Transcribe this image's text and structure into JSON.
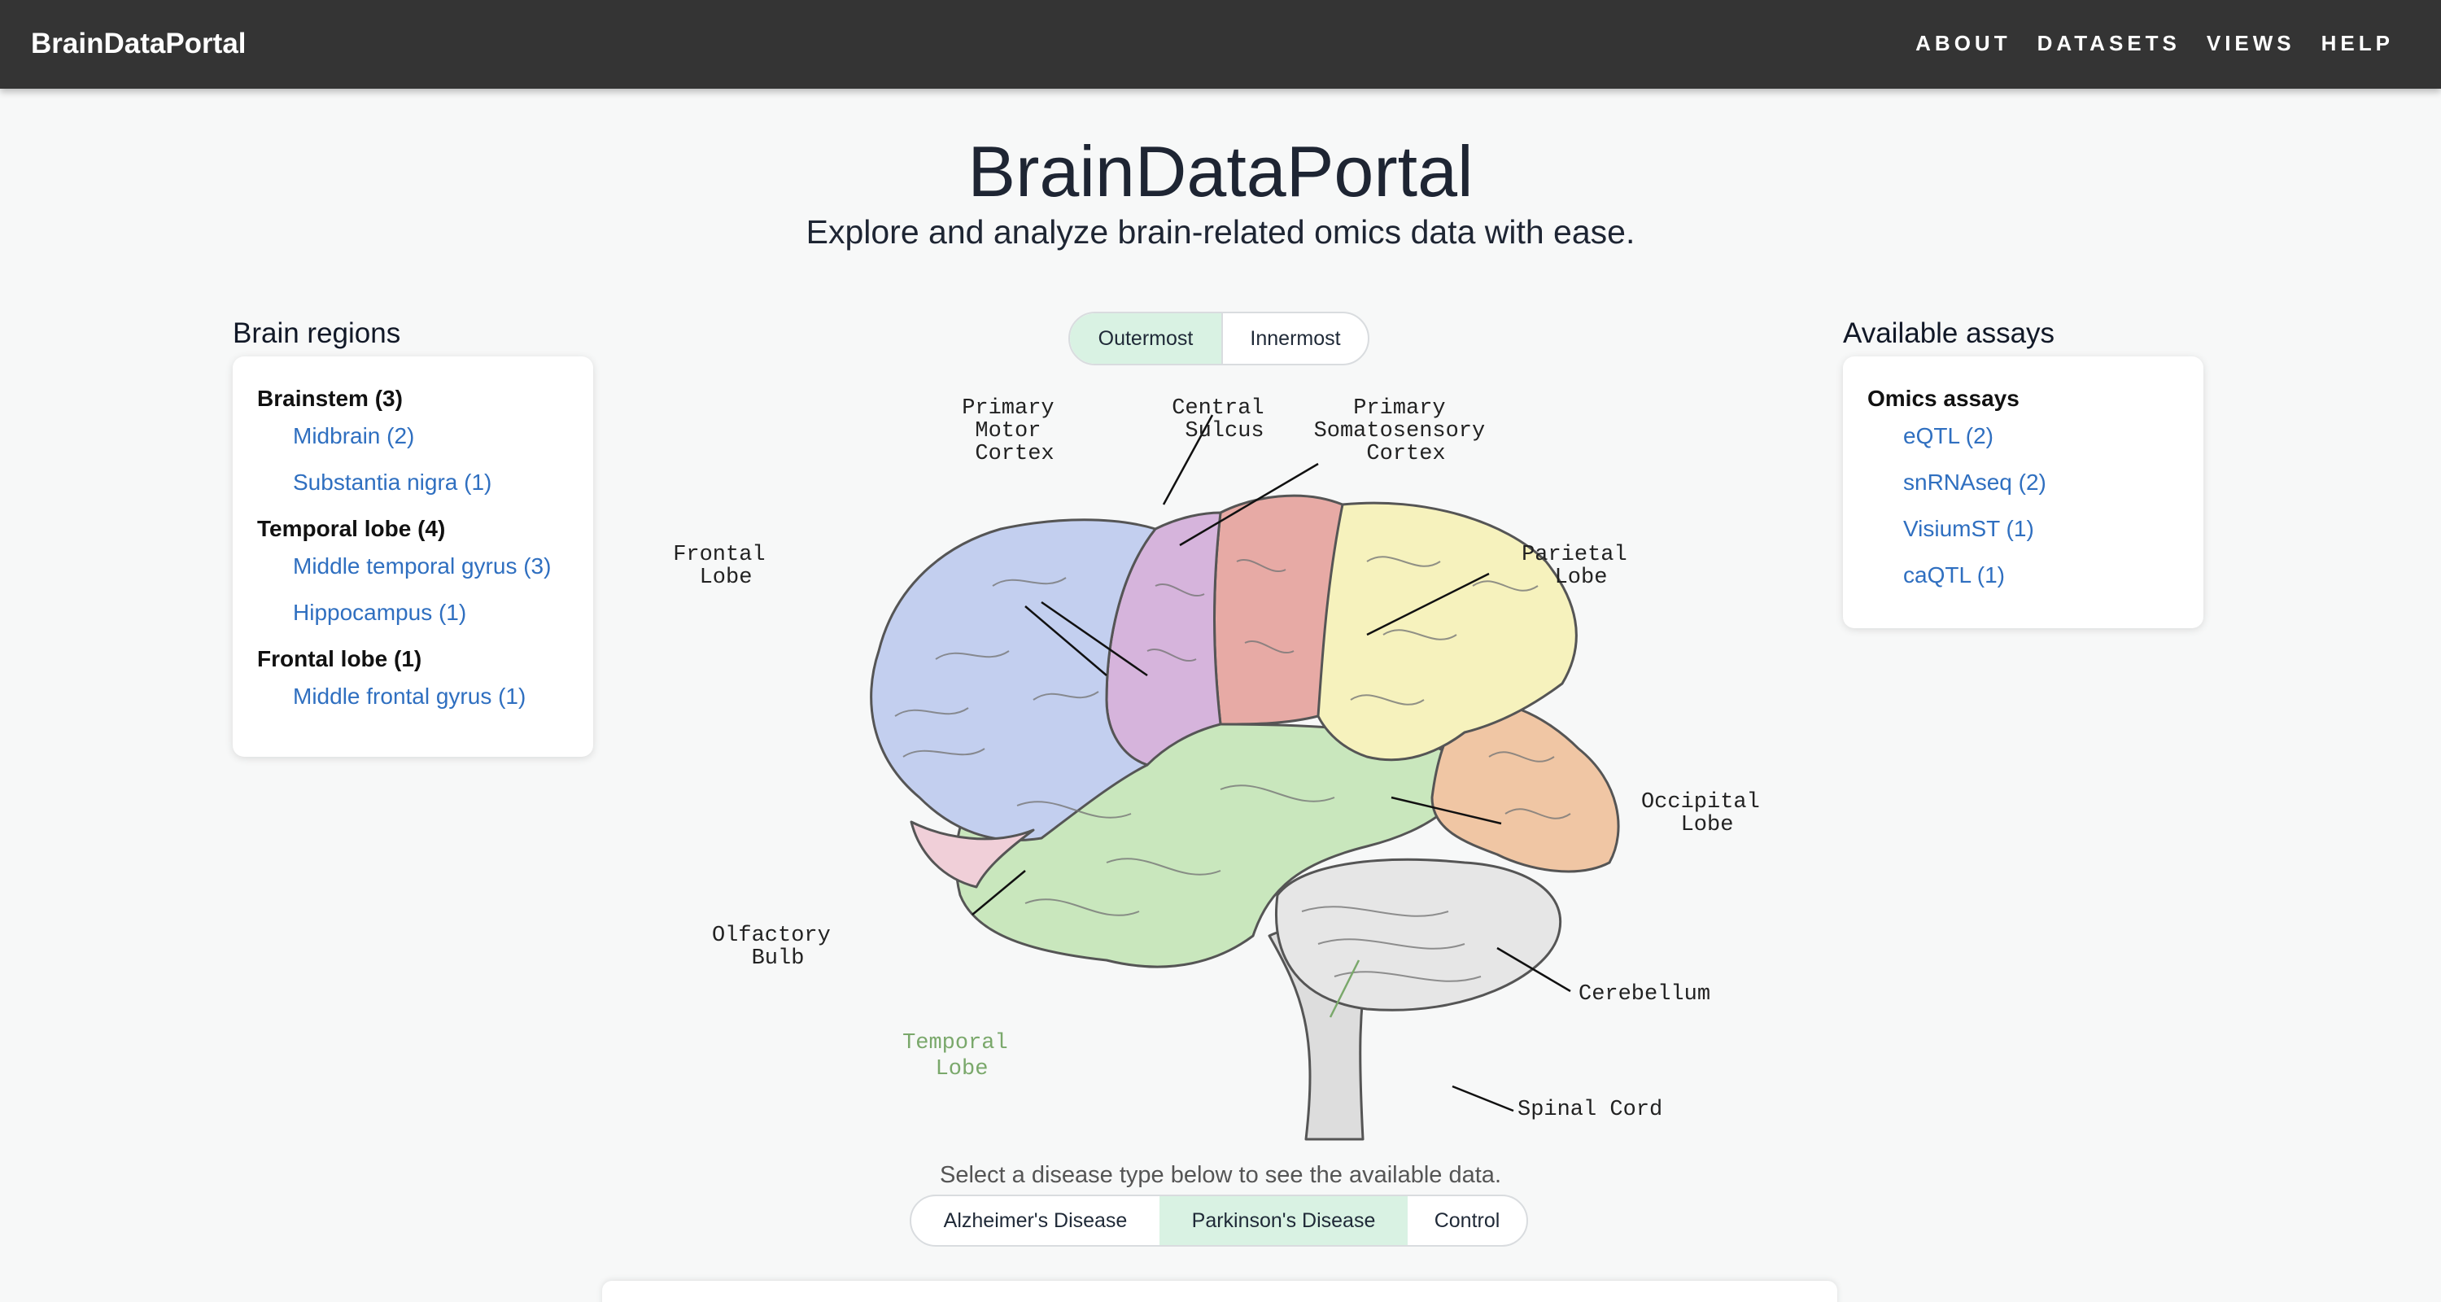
{
  "topbar": {
    "brand": "BrainDataPortal",
    "nav": [
      "ABOUT",
      "DATASETS",
      "VIEWS",
      "HELP"
    ]
  },
  "hero": {
    "title": "BrainDataPortal",
    "subtitle": "Explore and analyze brain-related omics data with ease."
  },
  "regions": {
    "title": "Brain regions",
    "groups": [
      {
        "label": "Brainstem (3)",
        "items": [
          "Midbrain (2)",
          "Substantia nigra (1)"
        ]
      },
      {
        "label": "Temporal lobe (4)",
        "items": [
          "Middle temporal gyrus (3)",
          "Hippocampus (1)"
        ]
      },
      {
        "label": "Frontal lobe (1)",
        "items": [
          "Middle frontal gyrus (1)"
        ]
      }
    ]
  },
  "assays": {
    "title": "Available assays",
    "groups": [
      {
        "label": "Omics assays",
        "items": [
          "eQTL (2)",
          "snRNAseq (2)",
          "VisiumST (1)",
          "caQTL (1)"
        ]
      }
    ]
  },
  "layer_toggle": {
    "options": [
      "Outermost",
      "Innermost"
    ],
    "selected": "Outermost"
  },
  "brain_labels": {
    "primary_motor": [
      "Primary",
      "Motor",
      "Cortex"
    ],
    "central_sulcus": [
      "Central",
      "Sulcus"
    ],
    "somatosensory": [
      "Primary",
      "Somatosensory",
      "Cortex"
    ],
    "frontal": [
      "Frontal",
      "Lobe"
    ],
    "parietal": [
      "Parietal",
      "Lobe"
    ],
    "occipital": [
      "Occipital",
      "Lobe"
    ],
    "olfactory": [
      "Olfactory",
      "Bulb"
    ],
    "temporal": [
      "Temporal",
      "Lobe"
    ],
    "cerebellum": [
      "Cerebellum"
    ],
    "spinal": [
      "Spinal Cord"
    ]
  },
  "colors": {
    "frontal": "#c3cfef",
    "motor": "#d6b4dc",
    "central": "#e7aaa5",
    "parietal": "#f6f2bd",
    "occipital": "#f0c6a4",
    "temporal": "#c9e7bd",
    "olfactory": "#f0cfd8",
    "cerebellum": "#e6e6e6",
    "temporal_highlight": "#7aa86b",
    "accent_green": "#d9f2e3",
    "link_blue": "#2f6fc0"
  },
  "disease": {
    "hint": "Select a disease type below to see the available data.",
    "options": [
      "Alzheimer's Disease",
      "Parkinson's Disease",
      "Control"
    ],
    "selected": "Parkinson's Disease"
  }
}
